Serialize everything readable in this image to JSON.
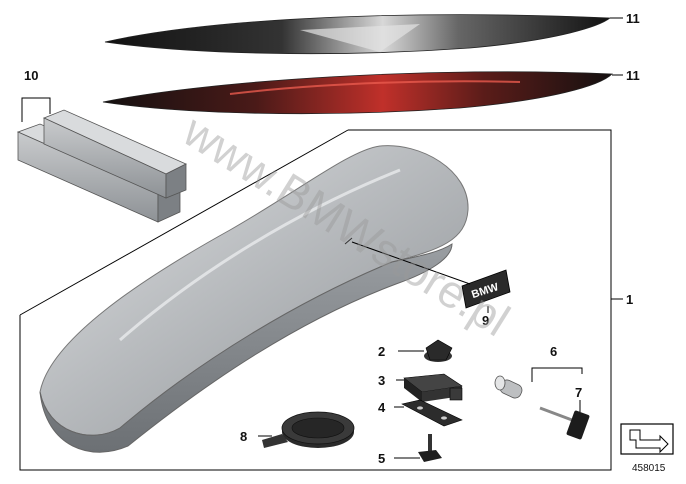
{
  "callouts": {
    "c1": "1",
    "c2": "2",
    "c3": "3",
    "c4": "4",
    "c5": "5",
    "c6": "6",
    "c7": "7",
    "c8": "8",
    "c9": "9",
    "c10": "10",
    "c11a": "11",
    "c11b": "11"
  },
  "badge_text": "BMW",
  "reference_number": "458015",
  "watermark": "www.BMWstore.pl",
  "colors": {
    "box_light": "#d4d6d8",
    "box_mid": "#a9acb0",
    "box_dark": "#6e7276",
    "leader": "#000000",
    "decal_red": "#c0302a",
    "badge": "#2a2a2a"
  }
}
